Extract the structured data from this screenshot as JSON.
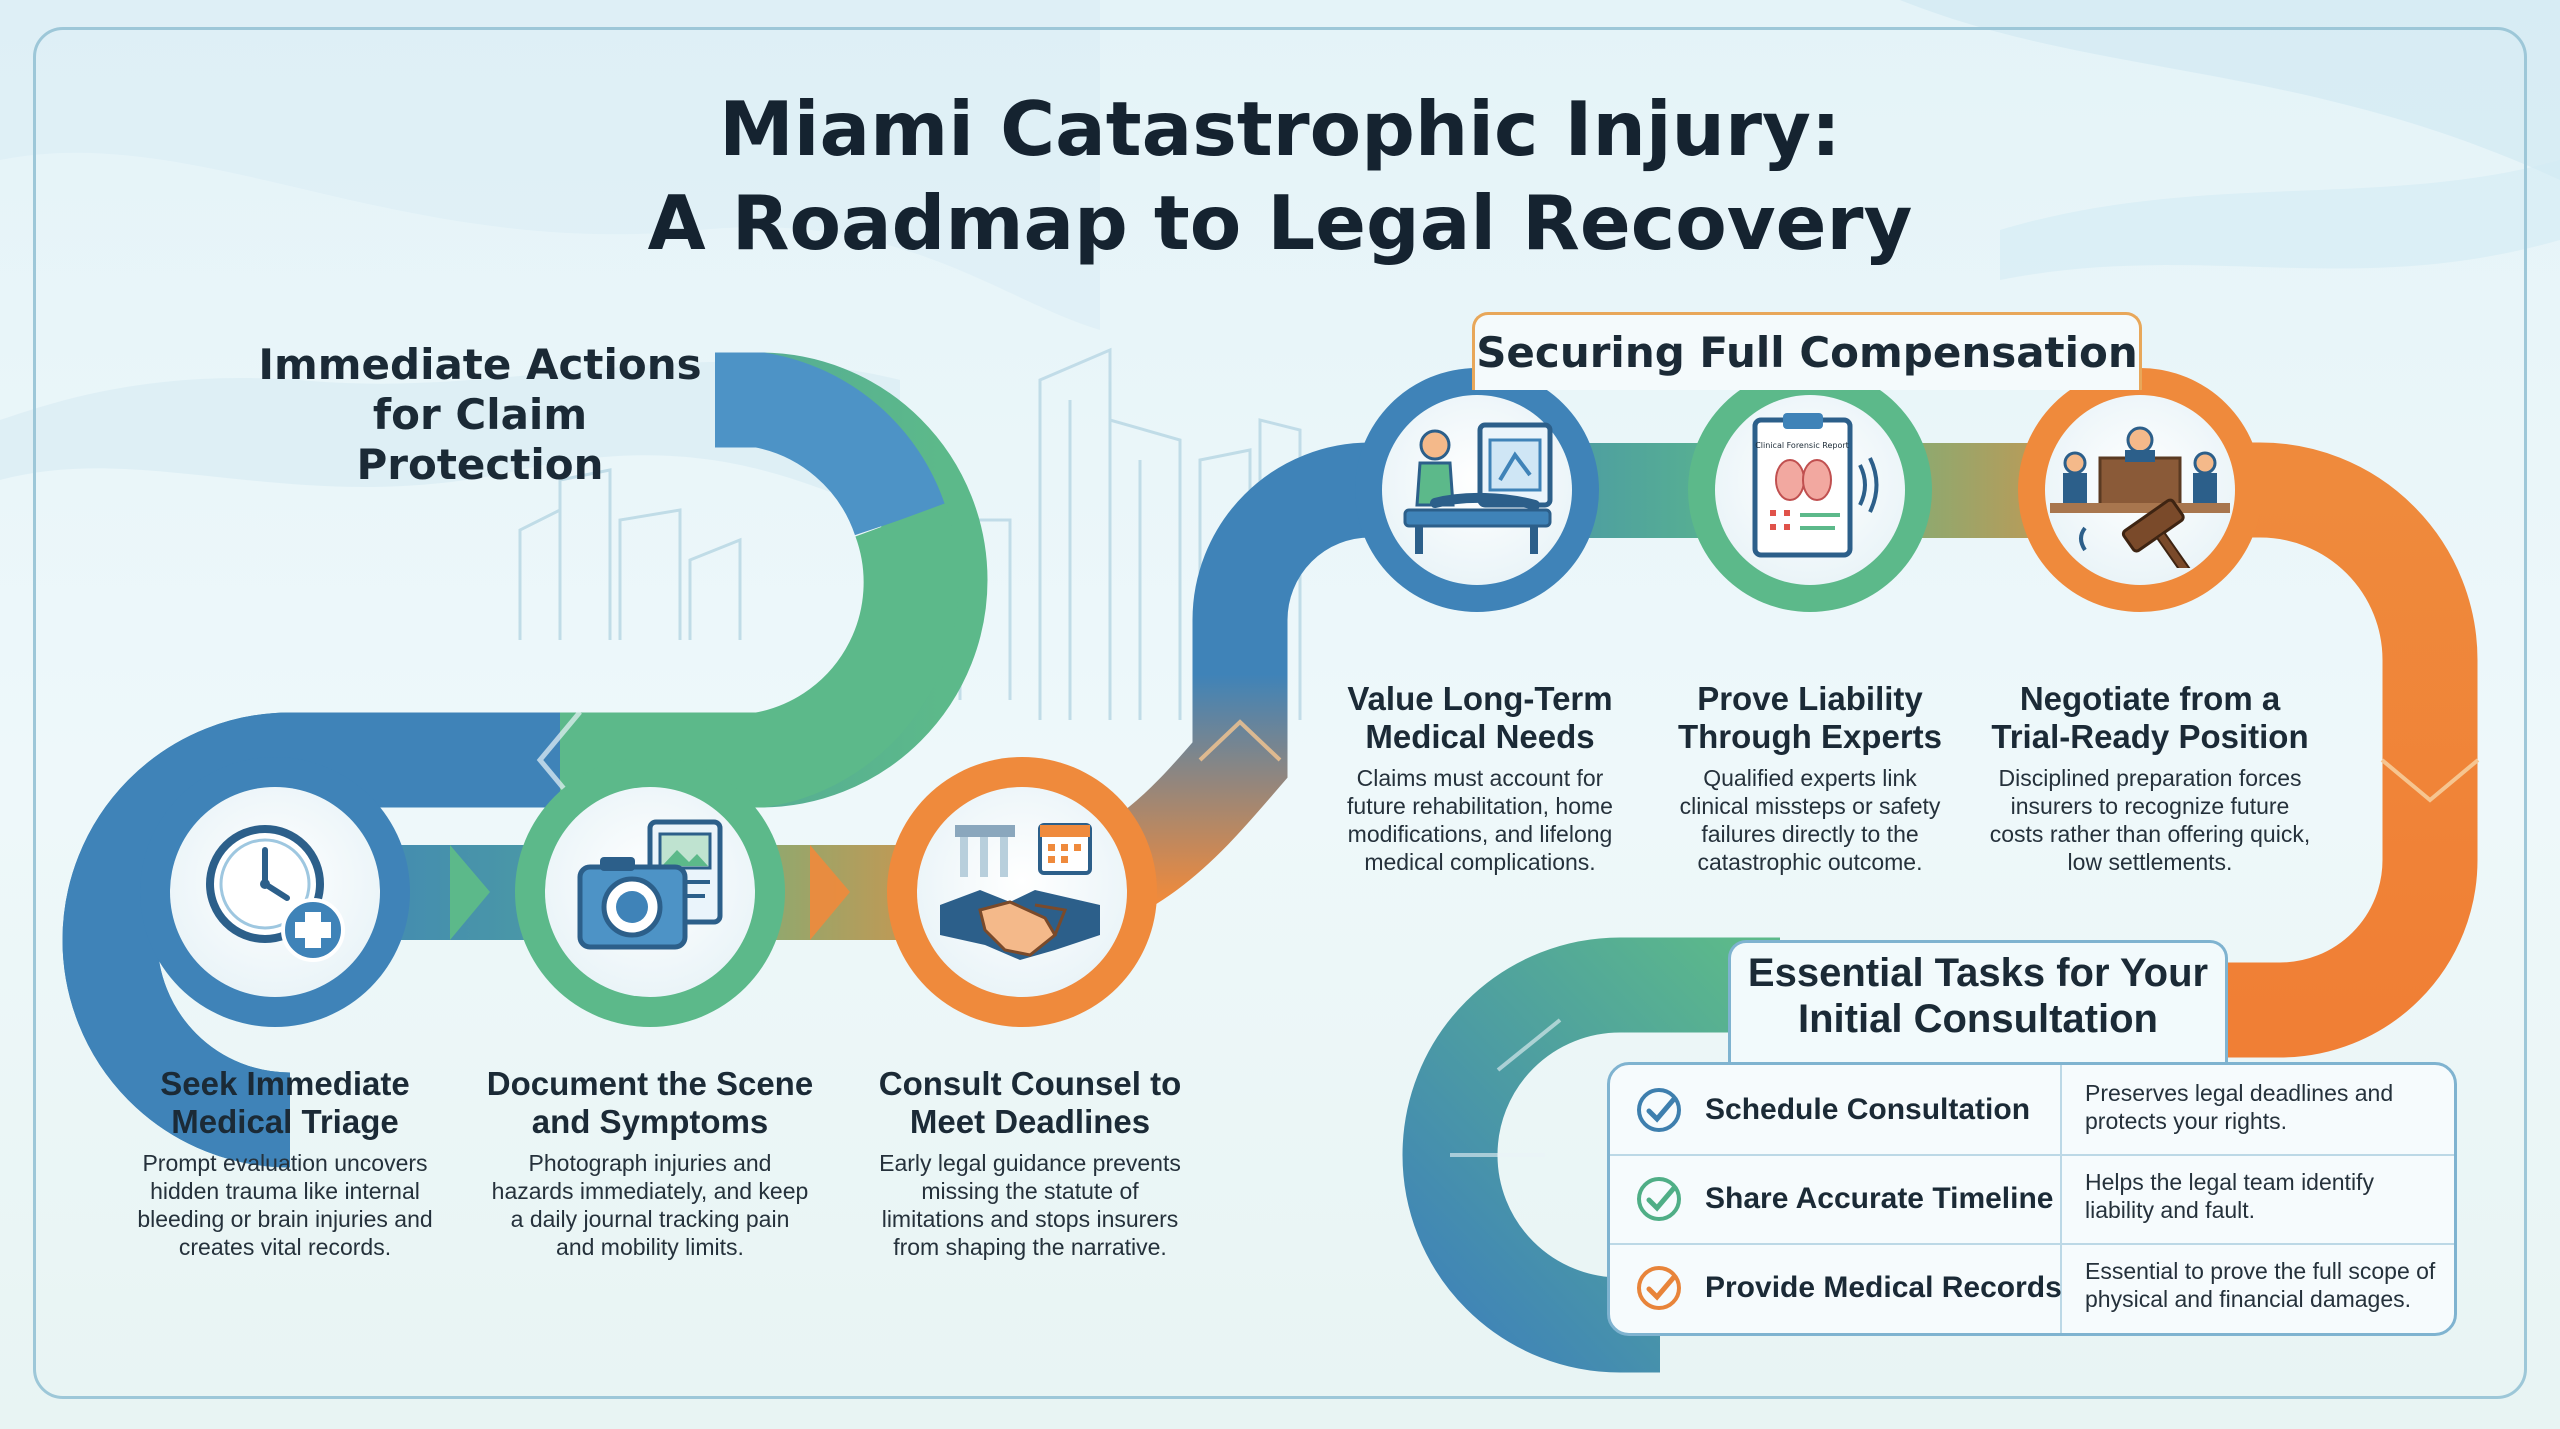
{
  "title": {
    "line1": "Miami Catastrophic Injury:",
    "line2": "A Roadmap to Legal Recovery"
  },
  "section_immediate": {
    "line1": "Immediate Actions",
    "line2": "for Claim Protection"
  },
  "section_compensation": {
    "title": "Securing Full Compensation"
  },
  "steps": [
    {
      "title1": "Seek Immediate",
      "title2": "Medical Triage",
      "desc": [
        "Prompt evaluation uncovers",
        "hidden trauma like internal",
        "bleeding or brain injuries and",
        "creates vital records."
      ],
      "icon": "clock-medical-icon"
    },
    {
      "title1": "Document the Scene",
      "title2": "and Symptoms",
      "desc": [
        "Photograph injuries and",
        "hazards immediately, and keep",
        "a daily journal tracking pain",
        "and mobility limits."
      ],
      "icon": "camera-photos-icon"
    },
    {
      "title1": "Consult Counsel to",
      "title2": "Meet Deadlines",
      "desc": [
        "Early legal guidance prevents",
        "missing the statute of",
        "limitations and stops insurers",
        "from shaping the narrative."
      ],
      "icon": "handshake-icon"
    },
    {
      "title1": "Value Long-Term",
      "title2": "Medical Needs",
      "desc": [
        "Claims must account for",
        "future rehabilitation, home",
        "modifications, and lifelong",
        "medical complications."
      ],
      "icon": "rehabilitation-icon"
    },
    {
      "title1": "Prove Liability",
      "title2": "Through Experts",
      "desc": [
        "Qualified experts link",
        "clinical missteps or safety",
        "failures directly to the",
        "catastrophic outcome."
      ],
      "icon": "forensic-report-icon",
      "icon_text": "Clinical Forensic Report"
    },
    {
      "title1": "Negotiate from a",
      "title2": "Trial-Ready Position",
      "desc": [
        "Disciplined preparation forces",
        "insurers to recognize future",
        "costs rather than offering quick,",
        "low settlements."
      ],
      "icon": "courtroom-gavel-icon"
    }
  ],
  "tasks": {
    "title1": "Essential Tasks for Your",
    "title2": "Initial Consultation",
    "rows": [
      {
        "name": "Schedule Consultation",
        "desc1": "Preserves legal deadlines and",
        "desc2": "protects your rights.",
        "check_color": "#3e7fae"
      },
      {
        "name": "Share Accurate Timeline",
        "desc1": "Helps the legal team identify",
        "desc2": "liability and fault.",
        "check_color": "#4fae86"
      },
      {
        "name": "Provide Medical Records",
        "desc1": "Essential to prove the full scope of",
        "desc2": "physical and financial damages.",
        "check_color": "#e8843a"
      }
    ]
  },
  "colors": {
    "blue": "#3f83b8",
    "green": "#5cb98a",
    "orange": "#ef8a3c",
    "frame": "#9dc7d8"
  }
}
